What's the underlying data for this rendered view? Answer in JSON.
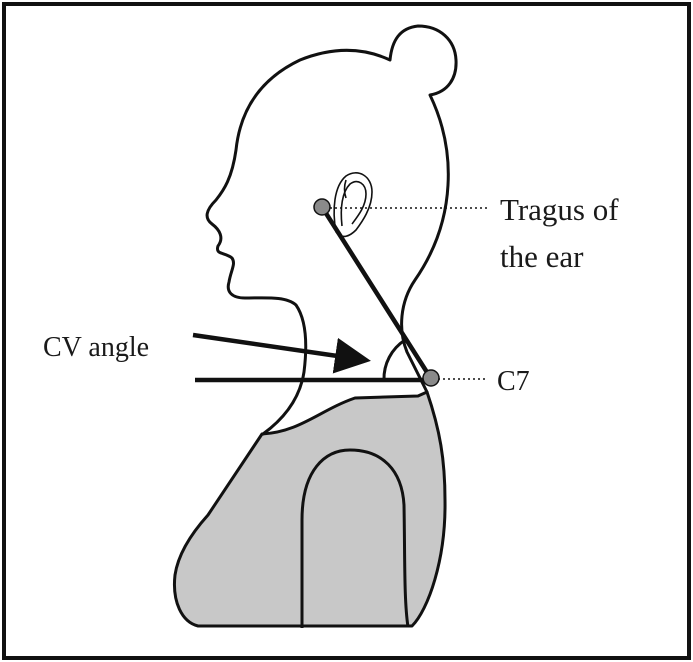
{
  "labels": {
    "tragus_line1": "Tragus of",
    "tragus_line2": "the ear",
    "cv_angle": "CV angle",
    "c7": "C7"
  },
  "colors": {
    "body_fill": "#c8c8c8",
    "stroke": "#111111",
    "landmark": "#8a8a8a",
    "background": "#ffffff"
  }
}
